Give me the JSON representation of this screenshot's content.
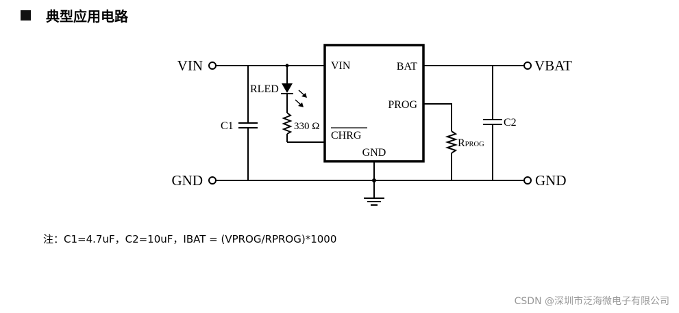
{
  "heading": {
    "title": "典型应用电路"
  },
  "circuit": {
    "left_terminals": {
      "vin": "VIN",
      "gnd": "GND"
    },
    "right_terminals": {
      "vbat": "VBAT",
      "gnd": "GND"
    },
    "ic_pins": {
      "vin": "VIN",
      "bat": "BAT",
      "prog": "PROG",
      "chrg": "CHRG",
      "gnd": "GND"
    },
    "components": {
      "c1": "C1",
      "c2": "C2",
      "rled": "RLED",
      "resistor_value": "330 Ω",
      "rprog_main": "R",
      "rprog_sub": "PROG"
    }
  },
  "note": {
    "prefix": "注：",
    "text": "C1=4.7uF，C2=10uF，IBAT = (VPROG/RPROG)*1000"
  },
  "watermark": "CSDN @深圳市泛海微电子有限公司"
}
